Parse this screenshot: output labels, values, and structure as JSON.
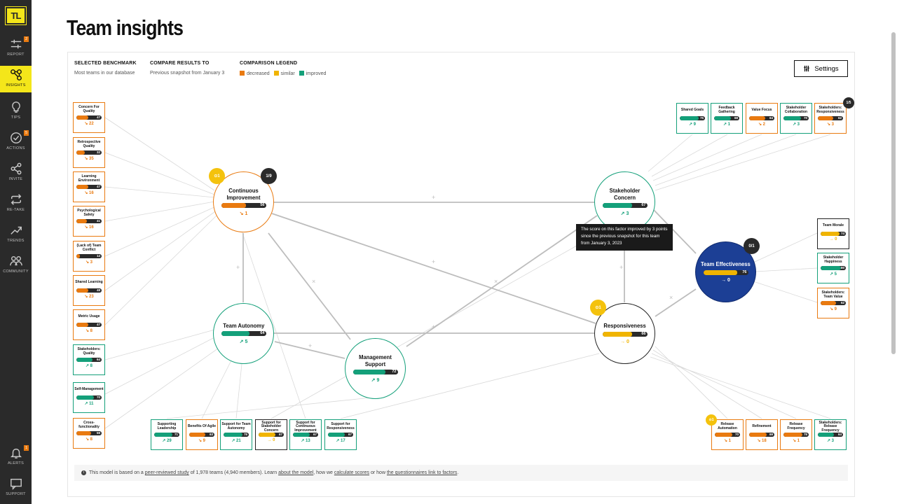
{
  "sidebar": {
    "logo": "TL",
    "items": [
      {
        "id": "report",
        "label": "REPORT",
        "badge": "2",
        "icon": "sliders-icon"
      },
      {
        "id": "insights",
        "label": "INSIGHTS",
        "badge": "",
        "icon": "network-icon"
      },
      {
        "id": "tips",
        "label": "TIPS",
        "badge": "",
        "icon": "bulb-icon"
      },
      {
        "id": "actions",
        "label": "ACTIONS",
        "badge": "5",
        "icon": "check-circle-icon"
      },
      {
        "id": "invite",
        "label": "INVITE",
        "badge": "",
        "icon": "share-icon"
      },
      {
        "id": "retake",
        "label": "RE-TAKE",
        "badge": "",
        "icon": "repeat-icon"
      },
      {
        "id": "trends",
        "label": "TRENDS",
        "badge": "",
        "icon": "trend-icon"
      },
      {
        "id": "community",
        "label": "COMMUNITY",
        "badge": "",
        "icon": "people-icon"
      },
      {
        "id": "alerts",
        "label": "ALERTS",
        "badge": "1",
        "icon": "bell-icon"
      },
      {
        "id": "support",
        "label": "SUPPORT",
        "badge": "",
        "icon": "chat-icon"
      }
    ]
  },
  "header": {
    "title": "Team insights"
  },
  "benchmark": {
    "heading": "SELECTED BENCHMARK",
    "value": "Most teams in our database"
  },
  "compare": {
    "heading": "COMPARE RESULTS TO",
    "value": "Previous snapshot from January 3"
  },
  "legend": {
    "heading": "COMPARISON LEGEND",
    "decreased": "decreased",
    "similar": "similar",
    "improved": "improved",
    "colors": {
      "decreased": "#e97a10",
      "similar": "#f0b400",
      "improved": "#14a07a"
    }
  },
  "settings": {
    "label": "Settings"
  },
  "tooltip": {
    "text": "The score on this factor improved by 3 points since the previous snapshot for this team from January 3, 2023"
  },
  "nodes": {
    "ci": {
      "title": "Continuous Improvement",
      "score": 56,
      "delta": "↘ 1",
      "pill_a": "⊙1",
      "pill_b": "1/9"
    },
    "sc": {
      "title": "Stakeholder Concern",
      "score": 67,
      "delta": "↗ 3"
    },
    "ta": {
      "title": "Team Autonomy",
      "score": 64,
      "delta": "↗ 5"
    },
    "ms": {
      "title": "Management Support",
      "score": 72,
      "delta": "↗ 9"
    },
    "rs": {
      "title": "Responsiveness",
      "score": 66,
      "delta": "→ 0",
      "pill_a": "⊙1"
    },
    "te": {
      "title": "Team Effectiveness",
      "score": 76,
      "delta": "→ 0",
      "pill_b": "0/1"
    }
  },
  "factors": {
    "left": [
      {
        "title": "Concern For Quality",
        "score": 47,
        "delta": "↘ 22",
        "status": "decreased"
      },
      {
        "title": "Retrospective Quality",
        "score": 32,
        "delta": "↘ 35",
        "status": "decreased"
      },
      {
        "title": "Learning Environment",
        "score": 47,
        "delta": "↘ 16",
        "status": "decreased"
      },
      {
        "title": "Psychological Safety",
        "score": 41,
        "delta": "↘ 16",
        "status": "decreased"
      },
      {
        "title": "(Lack of) Team Conflict",
        "score": 14,
        "delta": "↘ 3",
        "status": "decreased"
      },
      {
        "title": "Shared Learning",
        "score": 48,
        "delta": "↘ 23",
        "status": "decreased"
      },
      {
        "title": "Metric Usage",
        "score": 47,
        "delta": "↘ 8",
        "status": "decreased"
      },
      {
        "title": "Stakeholders: Quality",
        "score": 64,
        "delta": "↗ 8",
        "status": "improved"
      },
      {
        "title": "Self-Management",
        "score": 70,
        "delta": "↗ 11",
        "status": "improved"
      },
      {
        "title": "Cross-functionality",
        "score": 59,
        "delta": "↘ 8",
        "status": "decreased"
      }
    ],
    "top": [
      {
        "title": "Shared Goals",
        "score": 75,
        "delta": "↗ 9",
        "status": "improved"
      },
      {
        "title": "Feedback Gathering",
        "score": 68,
        "delta": "↗ 1",
        "status": "improved"
      },
      {
        "title": "Value Focus",
        "score": 64,
        "delta": "↘ 2",
        "status": "decreased"
      },
      {
        "title": "Stakeholder Collaboration",
        "score": 70,
        "delta": "↗ 3",
        "status": "improved"
      },
      {
        "title": "Stakeholders: Responsiveness",
        "score": 62,
        "delta": "↘ 3",
        "status": "decreased"
      }
    ],
    "top_pill": "1/5",
    "right": [
      {
        "title": "Team Morale",
        "score": 74,
        "delta": "→ 0",
        "status": "neutral"
      },
      {
        "title": "Stakeholder Happiness",
        "score": 80,
        "delta": "↗ 5",
        "status": "improved"
      },
      {
        "title": "Stakeholders: Team Value",
        "score": 62,
        "delta": "↘ 9",
        "status": "decreased"
      }
    ],
    "bottom": [
      {
        "title": "Supporting Leadership",
        "score": 71,
        "delta": "↗ 29",
        "status": "improved"
      },
      {
        "title": "Benefits Of Agile",
        "score": 63,
        "delta": "↘ 9",
        "status": "decreased"
      },
      {
        "title": "Support for Team Autonomy",
        "score": 75,
        "delta": "↗ 21",
        "status": "improved"
      },
      {
        "title": "Support for Stakeholder Concern",
        "score": 67,
        "delta": "→ 0",
        "status": "neutral"
      },
      {
        "title": "Support for Continuous Improvement",
        "score": 67,
        "delta": "↗ 13",
        "status": "improved"
      },
      {
        "title": "Support for Responsiveness",
        "score": 67,
        "delta": "↗ 17",
        "status": "improved"
      }
    ],
    "bottom_right": [
      {
        "title": "Release Automation",
        "score": 70,
        "delta": "↘ 1",
        "status": "decreased"
      },
      {
        "title": "Refinement",
        "score": 69,
        "delta": "↘ 18",
        "status": "decreased"
      },
      {
        "title": "Release Frequency",
        "score": 75,
        "delta": "↘ 1",
        "status": "decreased"
      },
      {
        "title": "Stakeholders: Release Frequency",
        "score": 64,
        "delta": "↗ 3",
        "status": "improved"
      }
    ],
    "br_pill": "⊙1"
  },
  "footer": {
    "prefix": "This model is based on a",
    "link1": "peer-reviewed study",
    "mid1": "of 1,978 teams (4,940 members). Learn",
    "link2": "about the model",
    "mid2": ", how we",
    "link3": "calculate scores",
    "mid3": "or how",
    "link4": "the questionnaires link to factors",
    "end": "."
  }
}
